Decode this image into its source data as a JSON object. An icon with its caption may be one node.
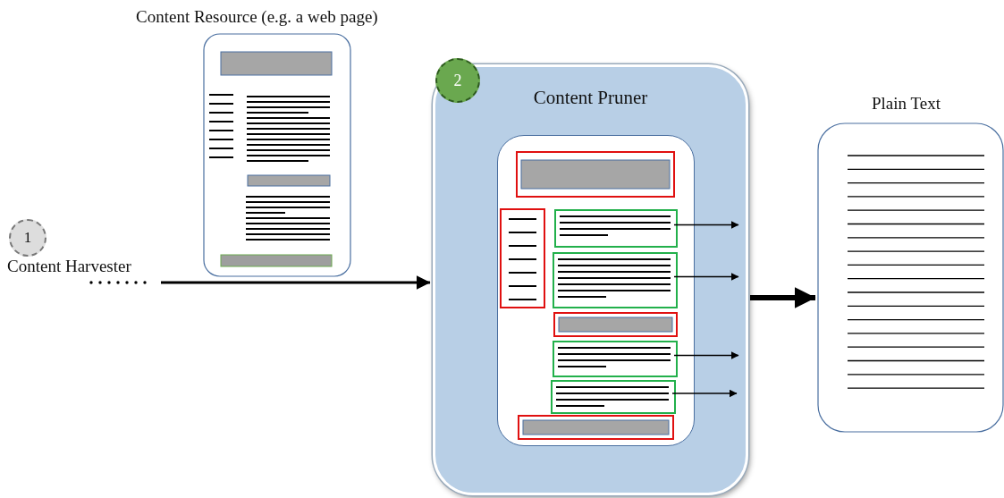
{
  "diagram": {
    "nodes": [
      {
        "text": [
          "Content Resource (e.g. a web page)"
        ]
      },
      {
        "text": [
          "1"
        ],
        "beside": [
          "Content Harvester"
        ]
      },
      {
        "text": [
          "Content Pruner"
        ]
      },
      {
        "text": [
          "2"
        ]
      },
      {
        "text": [],
        "shape": "box",
        "in": 2
      },
      {
        "text": [],
        "shape": "box",
        "in": 4
      },
      {
        "text": [],
        "shape": "box",
        "in": 4
      },
      {
        "text": [],
        "shape": "box",
        "in": 4
      },
      {
        "text": [],
        "shape": "box",
        "in": 4
      },
      {
        "text": [],
        "shape": "box",
        "in": 4
      },
      {
        "text": [],
        "shape": "box",
        "in": 4
      },
      {
        "text": [],
        "shape": "box",
        "in": 4
      },
      {
        "text": [],
        "shape": "box",
        "in": 4
      },
      {
        "text": [
          "Plain Text"
        ]
      }
    ],
    "edges": [
      {
        "from": 1,
        "to": 2,
        "arrow": "to"
      },
      {
        "from": 7,
        "to": null,
        "arrow": "to"
      },
      {
        "from": 8,
        "to": null,
        "arrow": "to"
      },
      {
        "from": 10,
        "to": null,
        "arrow": "to"
      },
      {
        "from": 11,
        "to": null,
        "arrow": "to"
      },
      {
        "from": 2,
        "to": 13,
        "arrow": "to",
        "style": "thick"
      }
    ]
  }
}
